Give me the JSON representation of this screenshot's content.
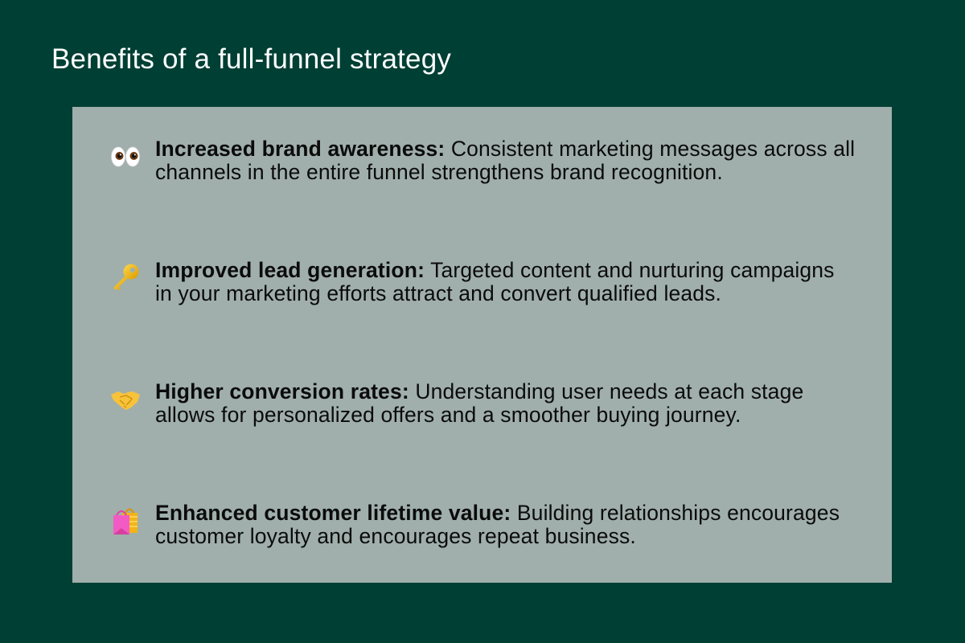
{
  "page": {
    "title": "Benefits of a full-funnel strategy",
    "colors": {
      "background": "#003f34",
      "panel": "#a0afab",
      "title_text": "#ffffff",
      "body_text": "#0b0b0b"
    }
  },
  "benefits": [
    {
      "icon": "eyes-icon",
      "heading": "Increased brand awareness:",
      "body": "Consistent marketing messages across all channels in the entire funnel strengthens brand recognition."
    },
    {
      "icon": "key-icon",
      "heading": "Improved lead generation:",
      "body": "Targeted content and nurturing campaigns in your marketing efforts attract and convert qualified leads."
    },
    {
      "icon": "handshake-icon",
      "heading": "Higher conversion rates:",
      "body": "Understanding user needs at each stage allows for personalized offers and a smoother buying journey."
    },
    {
      "icon": "shopping-bags-icon",
      "heading": "Enhanced customer lifetime value:",
      "body": "Building relationships encourages customer loyalty and encourages repeat business."
    }
  ]
}
